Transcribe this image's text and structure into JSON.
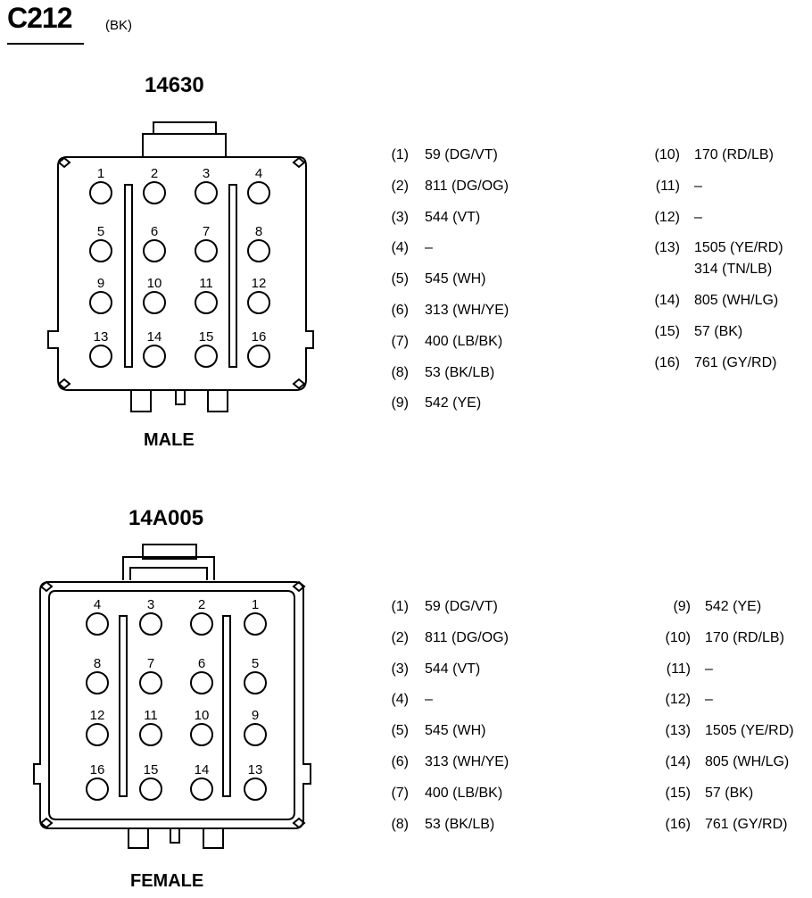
{
  "header": {
    "title": "C212",
    "color_code": "(BK)"
  },
  "male": {
    "part_number": "14630",
    "label": "MALE",
    "grid_rows": [
      [
        "1",
        "2",
        "3",
        "4"
      ],
      [
        "5",
        "6",
        "7",
        "8"
      ],
      [
        "9",
        "10",
        "11",
        "12"
      ],
      [
        "13",
        "14",
        "15",
        "16"
      ]
    ],
    "pins_left": [
      {
        "num": "(1)",
        "wire": "59 (DG/VT)"
      },
      {
        "num": "(2)",
        "wire": "811 (DG/OG)"
      },
      {
        "num": "(3)",
        "wire": "544 (VT)"
      },
      {
        "num": "(4)",
        "wire": "–"
      },
      {
        "num": "(5)",
        "wire": "545 (WH)"
      },
      {
        "num": "(6)",
        "wire": "313 (WH/YE)"
      },
      {
        "num": "(7)",
        "wire": "400 (LB/BK)"
      },
      {
        "num": "(8)",
        "wire": "53 (BK/LB)"
      },
      {
        "num": "(9)",
        "wire": "542 (YE)"
      }
    ],
    "pins_right": [
      {
        "num": "(10)",
        "wire": "170 (RD/LB)"
      },
      {
        "num": "(11)",
        "wire": "–"
      },
      {
        "num": "(12)",
        "wire": "–"
      },
      {
        "num": "(13)",
        "wire": "1505 (YE/RD)",
        "wire2": "314 (TN/LB)"
      },
      {
        "num": "(14)",
        "wire": "805 (WH/LG)"
      },
      {
        "num": "(15)",
        "wire": "57 (BK)"
      },
      {
        "num": "(16)",
        "wire": "761 (GY/RD)"
      }
    ]
  },
  "female": {
    "part_number": "14A005",
    "label": "FEMALE",
    "grid_rows": [
      [
        "4",
        "3",
        "2",
        "1"
      ],
      [
        "8",
        "7",
        "6",
        "5"
      ],
      [
        "12",
        "11",
        "10",
        "9"
      ],
      [
        "16",
        "15",
        "14",
        "13"
      ]
    ],
    "pins_left": [
      {
        "num": "(1)",
        "wire": "59 (DG/VT)"
      },
      {
        "num": "(2)",
        "wire": "811 (DG/OG)"
      },
      {
        "num": "(3)",
        "wire": "544 (VT)"
      },
      {
        "num": "(4)",
        "wire": "–"
      },
      {
        "num": "(5)",
        "wire": "545 (WH)"
      },
      {
        "num": "(6)",
        "wire": "313 (WH/YE)"
      },
      {
        "num": "(7)",
        "wire": "400 (LB/BK)"
      },
      {
        "num": "(8)",
        "wire": "53 (BK/LB)"
      }
    ],
    "pins_right": [
      {
        "num": "(9)",
        "wire": "542 (YE)"
      },
      {
        "num": "(10)",
        "wire": "170 (RD/LB)"
      },
      {
        "num": "(11)",
        "wire": "–"
      },
      {
        "num": "(12)",
        "wire": "–"
      },
      {
        "num": "(13)",
        "wire": "1505 (YE/RD)"
      },
      {
        "num": "(14)",
        "wire": "805 (WH/LG)"
      },
      {
        "num": "(15)",
        "wire": "57 (BK)"
      },
      {
        "num": "(16)",
        "wire": "761 (GY/RD)"
      }
    ]
  }
}
